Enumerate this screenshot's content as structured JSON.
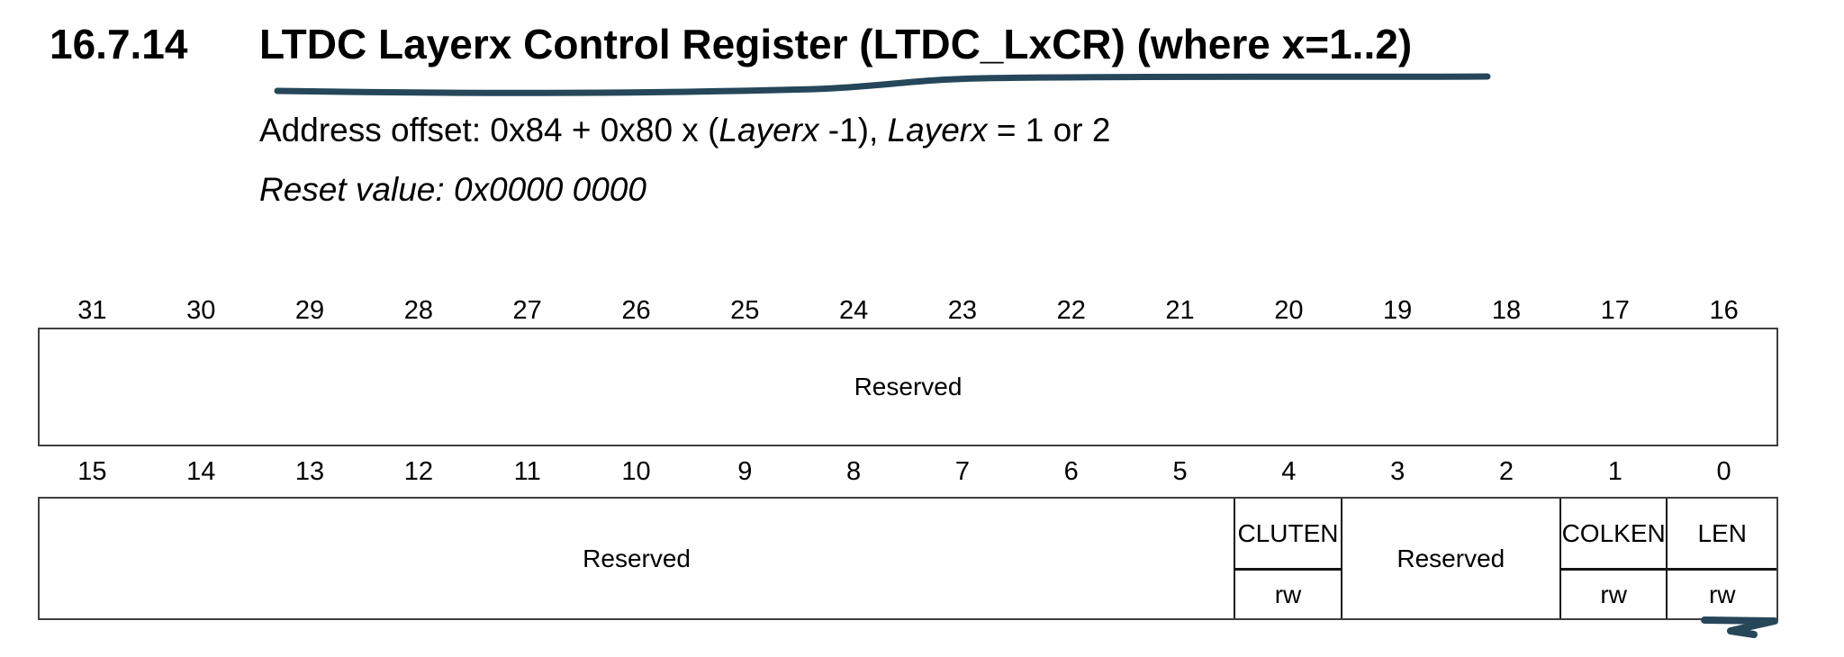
{
  "heading": {
    "section_number": "16.7.14",
    "title": "LTDC Layerx Control Register (LTDC_LxCR) (where x=1..2)"
  },
  "address_line": {
    "text_before": "Address offset: 0x84 + 0x80 x (",
    "italic_word_1": "Layerx",
    "text_middle": " -1), ",
    "italic_word_2": "Layerx",
    "text_after": " = 1 or 2"
  },
  "reset_line": {
    "text": "Reset value: 0x0000 0000"
  },
  "register_diagram": {
    "high_word": {
      "bit_numbers": [
        "31",
        "30",
        "29",
        "28",
        "27",
        "26",
        "25",
        "24",
        "23",
        "22",
        "21",
        "20",
        "19",
        "18",
        "17",
        "16"
      ],
      "fields": [
        {
          "name": "Reserved",
          "bits": "31:16",
          "access": ""
        }
      ]
    },
    "low_word": {
      "bit_numbers": [
        "15",
        "14",
        "13",
        "12",
        "11",
        "10",
        "9",
        "8",
        "7",
        "6",
        "5",
        "4",
        "3",
        "2",
        "1",
        "0"
      ],
      "fields": [
        {
          "name": "Reserved",
          "bits": "15:5",
          "access": ""
        },
        {
          "name": "CLUTEN",
          "bits": "4",
          "access": "rw"
        },
        {
          "name": "Reserved",
          "bits": "3:2",
          "access": ""
        },
        {
          "name": "COLKEN",
          "bits": "1",
          "access": "rw"
        },
        {
          "name": "LEN",
          "bits": "0",
          "access": "rw"
        }
      ]
    }
  },
  "annotations": {
    "title_underline_color": "#26465a",
    "squiggle_color": "#26465a"
  }
}
